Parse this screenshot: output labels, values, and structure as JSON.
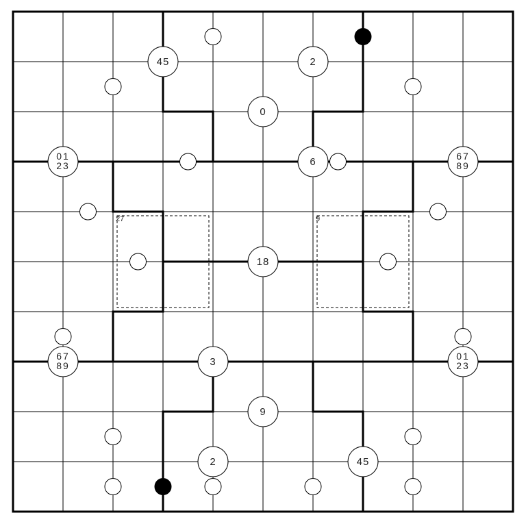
{
  "puzzle": {
    "grid_size": 10,
    "colors": {
      "background": "#ffffff",
      "thin_line": "#000000",
      "thick_line": "#000000",
      "dot_fill_white": "#ffffff",
      "dot_fill_black": "#000000",
      "cage_line": "#000000"
    },
    "region_lines": [
      [
        [
          3,
          0
        ],
        [
          3,
          2
        ],
        [
          4,
          2
        ],
        [
          4,
          3
        ]
      ],
      [
        [
          7,
          0
        ],
        [
          7,
          2
        ],
        [
          6,
          2
        ],
        [
          6,
          3
        ]
      ],
      [
        [
          0,
          3
        ],
        [
          10,
          3
        ]
      ],
      [
        [
          2,
          3
        ],
        [
          2,
          4
        ],
        [
          3,
          4
        ],
        [
          3,
          6
        ],
        [
          2,
          6
        ],
        [
          2,
          7
        ]
      ],
      [
        [
          8,
          3
        ],
        [
          8,
          4
        ],
        [
          7,
          4
        ],
        [
          7,
          6
        ],
        [
          8,
          6
        ],
        [
          8,
          7
        ]
      ],
      [
        [
          3,
          5
        ],
        [
          7,
          5
        ]
      ],
      [
        [
          0,
          7
        ],
        [
          10,
          7
        ]
      ],
      [
        [
          4,
          7
        ],
        [
          4,
          8
        ],
        [
          3,
          8
        ],
        [
          3,
          10
        ]
      ],
      [
        [
          6,
          7
        ],
        [
          6,
          8
        ],
        [
          7,
          8
        ],
        [
          7,
          10
        ]
      ]
    ],
    "circle_clues": [
      {
        "row": 1,
        "col": 3,
        "lines": [
          "45"
        ]
      },
      {
        "row": 1,
        "col": 6,
        "lines": [
          "2"
        ]
      },
      {
        "row": 2,
        "col": 5,
        "lines": [
          "0"
        ]
      },
      {
        "row": 3,
        "col": 1,
        "lines": [
          "01",
          "23"
        ]
      },
      {
        "row": 3,
        "col": 6,
        "lines": [
          "6"
        ]
      },
      {
        "row": 3,
        "col": 9,
        "lines": [
          "67",
          "89"
        ]
      },
      {
        "row": 5,
        "col": 5,
        "lines": [
          "18"
        ]
      },
      {
        "row": 7,
        "col": 1,
        "lines": [
          "67",
          "89"
        ]
      },
      {
        "row": 7,
        "col": 4,
        "lines": [
          "3"
        ]
      },
      {
        "row": 7,
        "col": 9,
        "lines": [
          "01",
          "23"
        ]
      },
      {
        "row": 8,
        "col": 5,
        "lines": [
          "9"
        ]
      },
      {
        "row": 9,
        "col": 4,
        "lines": [
          "2"
        ]
      },
      {
        "row": 9,
        "col": 7,
        "lines": [
          "45"
        ]
      }
    ],
    "white_dots": [
      {
        "row": 0.5,
        "col": 4
      },
      {
        "row": 1.5,
        "col": 2
      },
      {
        "row": 1.5,
        "col": 8
      },
      {
        "row": 3,
        "col": 3.5
      },
      {
        "row": 3,
        "col": 6.5
      },
      {
        "row": 4,
        "col": 1.5
      },
      {
        "row": 4,
        "col": 8.5
      },
      {
        "row": 5,
        "col": 2.5
      },
      {
        "row": 5,
        "col": 7.5
      },
      {
        "row": 6.5,
        "col": 1
      },
      {
        "row": 6.5,
        "col": 9
      },
      {
        "row": 8.5,
        "col": 2
      },
      {
        "row": 8.5,
        "col": 8
      },
      {
        "row": 9.5,
        "col": 2
      },
      {
        "row": 9.5,
        "col": 4
      },
      {
        "row": 9.5,
        "col": 6
      },
      {
        "row": 9.5,
        "col": 8
      }
    ],
    "black_dots": [
      {
        "row": 0.5,
        "col": 7
      },
      {
        "row": 9.5,
        "col": 3
      }
    ],
    "killer_cages": [
      {
        "sum": "27",
        "cells": [
          [
            4,
            2
          ],
          [
            4,
            3
          ],
          [
            5,
            2
          ],
          [
            5,
            3
          ]
        ]
      },
      {
        "sum": "9",
        "cells": [
          [
            4,
            6
          ],
          [
            4,
            7
          ],
          [
            5,
            6
          ],
          [
            5,
            7
          ]
        ]
      }
    ]
  }
}
